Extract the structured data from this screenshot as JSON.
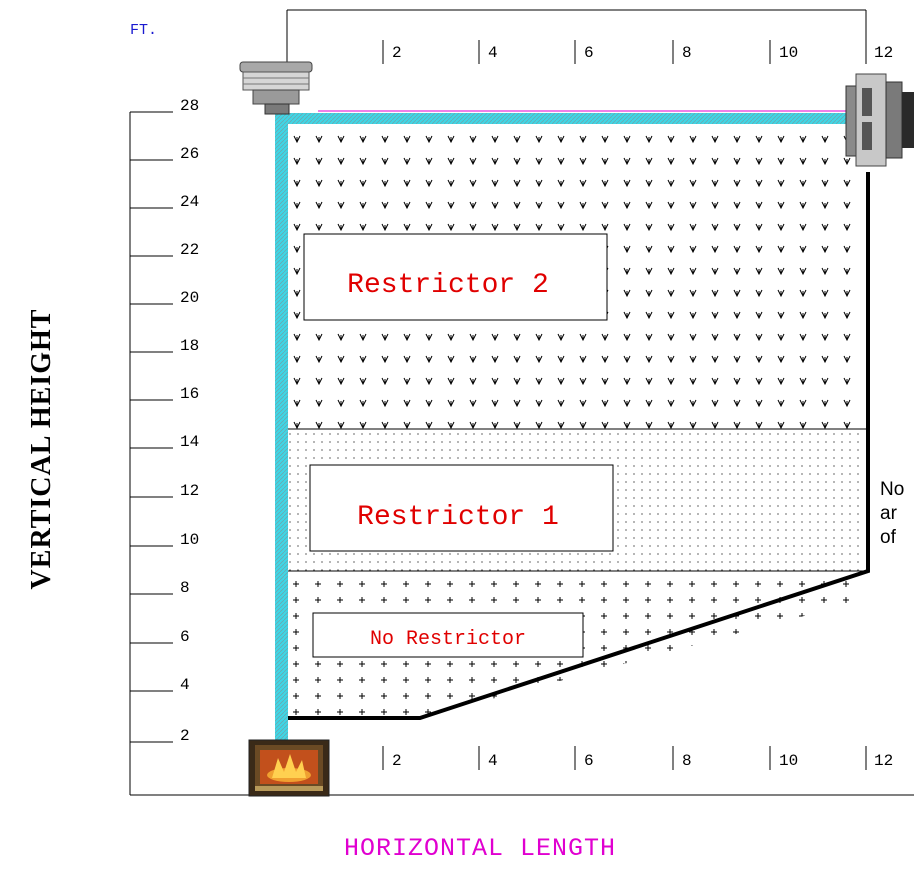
{
  "units_label": "FT.",
  "axis_titles": {
    "vertical": "VERTICAL HEIGHT",
    "horizontal": "HORIZONTAL LENGTH"
  },
  "vertical_ticks": [
    "28",
    "26",
    "24",
    "22",
    "20",
    "18",
    "16",
    "14",
    "12",
    "10",
    "8",
    "6",
    "4",
    "2"
  ],
  "top_ticks": [
    "2",
    "4",
    "6",
    "8",
    "10",
    "12"
  ],
  "bottom_ticks": [
    "2",
    "4",
    "6",
    "8",
    "10",
    "12"
  ],
  "zones": [
    {
      "label": "Restrictor 2",
      "range_ft": [
        15,
        28
      ]
    },
    {
      "label": "Restrictor 1",
      "range_ft": [
        8,
        15
      ]
    },
    {
      "label": "No Restrictor",
      "range_ft": [
        2,
        8
      ]
    }
  ],
  "note_partial": "No\nar\nof",
  "colors": {
    "pipe": "#3fd6e6",
    "label_red": "#e00000",
    "units_blue": "#1a1ad0",
    "title_magenta": "#e000d0",
    "top_line": "#e000d0"
  }
}
